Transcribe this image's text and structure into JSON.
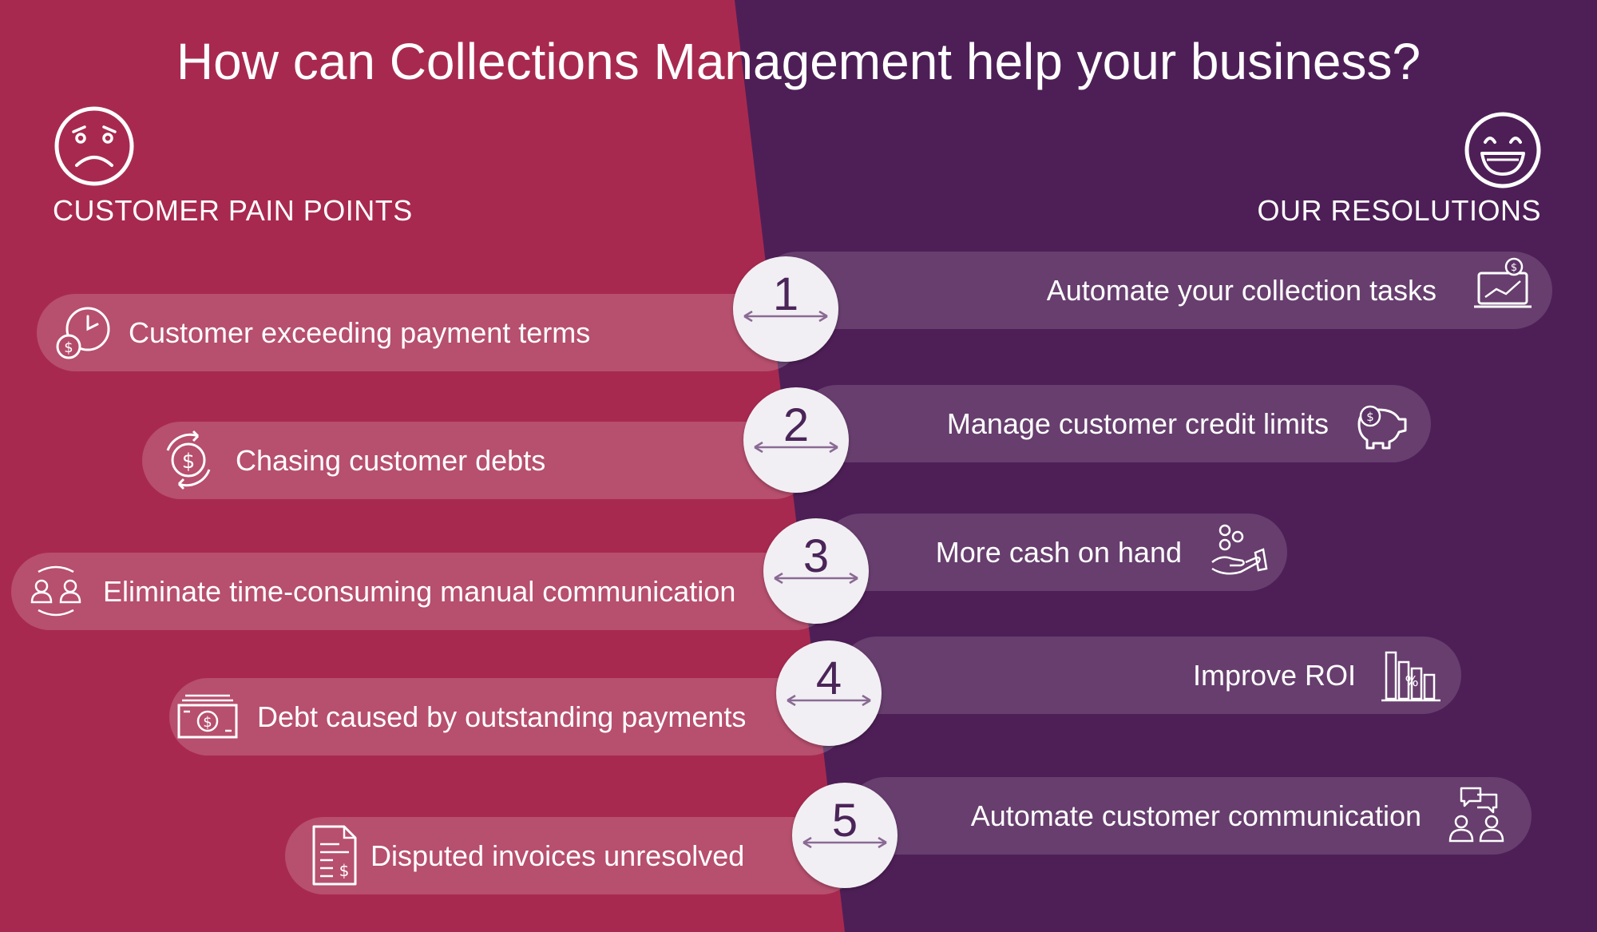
{
  "title": "How can Collections Management help your business?",
  "left_heading": "CUSTOMER PAIN POINTS",
  "right_heading": "OUR RESOLUTIONS",
  "colors": {
    "left_bg": "#a8294f",
    "right_bg": "#4e1f57",
    "badge": "#f2eff4",
    "badge_text": "#4a2558"
  },
  "icons": {
    "left_face": "sad-face-icon",
    "right_face": "happy-face-icon"
  },
  "rows": [
    {
      "number": "1",
      "pain": "Customer exceeding payment terms",
      "pain_icon": "clock-money-icon",
      "resolution": "Automate your collection tasks",
      "resolution_icon": "laptop-chart-icon"
    },
    {
      "number": "2",
      "pain": "Chasing customer debts",
      "pain_icon": "circular-money-icon",
      "resolution": "Manage customer credit limits",
      "resolution_icon": "piggy-bank-icon"
    },
    {
      "number": "3",
      "pain": "Eliminate time-consuming manual communication",
      "pain_icon": "people-exchange-icon",
      "resolution": "More cash on hand",
      "resolution_icon": "hand-coins-icon"
    },
    {
      "number": "4",
      "pain": "Debt caused by outstanding payments",
      "pain_icon": "banknotes-icon",
      "resolution": "Improve ROI",
      "resolution_icon": "bar-chart-percent-icon"
    },
    {
      "number": "5",
      "pain": "Disputed invoices unresolved",
      "pain_icon": "invoice-icon",
      "resolution": "Automate customer communication",
      "resolution_icon": "people-chat-icon"
    }
  ]
}
